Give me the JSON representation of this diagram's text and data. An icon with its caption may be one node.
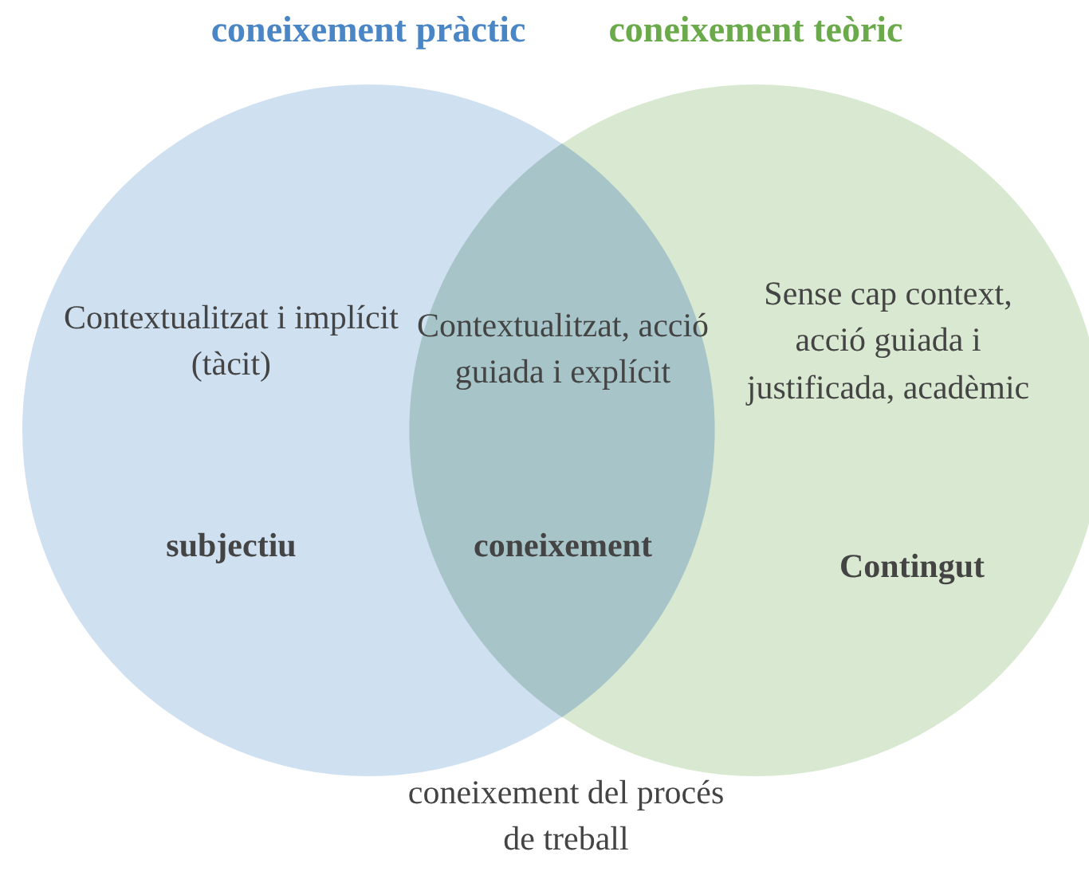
{
  "diagram": {
    "nodes": [
      {
        "text": [
          "coneixement pràctic",
          "Contextualitzat i implícit (tàcit)",
          "subjectiu"
        ]
      },
      {
        "text": [
          "coneixement teòric",
          "Sense cap context, acció guiada i justificada, acadèmic",
          "Contingut"
        ]
      },
      {
        "text": [
          "Contextualitzat, acció guiada i explícit",
          "coneixement"
        ]
      }
    ],
    "labels": [
      "coneixement del procés de treball"
    ]
  }
}
